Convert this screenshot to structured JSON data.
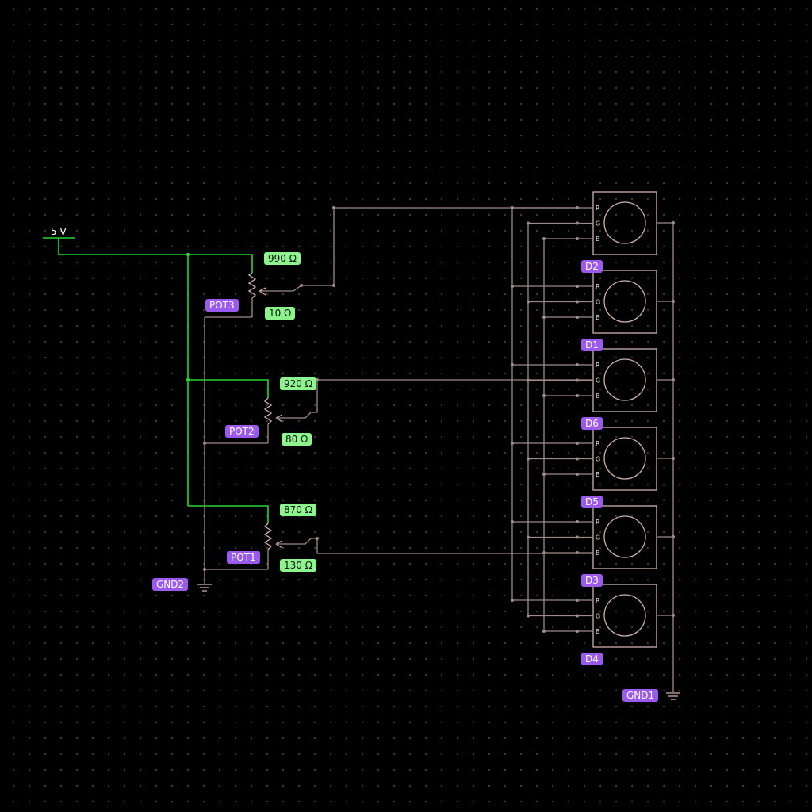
{
  "supply": {
    "label": "5 V"
  },
  "potentiometers": [
    {
      "name": "POT3",
      "upper": "990 Ω",
      "lower": "10 Ω"
    },
    {
      "name": "POT2",
      "upper": "920 Ω",
      "lower": "80 Ω"
    },
    {
      "name": "POT1",
      "upper": "870 Ω",
      "lower": "130 Ω"
    }
  ],
  "grounds": {
    "left": "GND2",
    "right": "GND1"
  },
  "led_labels": [
    "D2",
    "D1",
    "D6",
    "D5",
    "D3",
    "D4"
  ],
  "pin_labels": {
    "r": "R",
    "g": "G",
    "b": "B"
  },
  "colors": {
    "background": "#000000",
    "wire": "#a08a87",
    "power_wire": "#27d627",
    "component_label": "#9b59ef",
    "value_label": "#8cf58c"
  }
}
